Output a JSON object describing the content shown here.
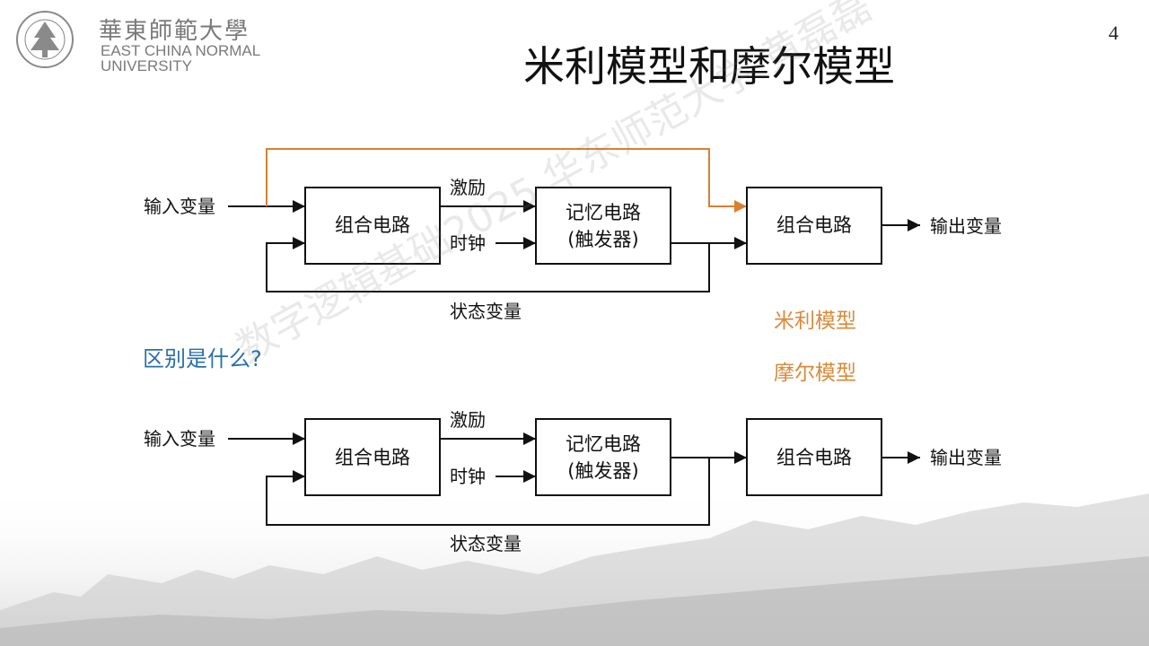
{
  "header": {
    "logo_cn": "華東師範大學",
    "logo_en_line1": "EAST CHINA NORMAL",
    "logo_en_line2": "UNIVERSITY",
    "page_number": "4"
  },
  "title": "米利模型和摩尔模型",
  "question": "区别是什么?",
  "legend": {
    "mealy": "米利模型",
    "moore": "摩尔模型"
  },
  "colors": {
    "mealy_path": "#d9812f",
    "legend_text": "#d98a3a",
    "question_text": "#2a6fa8"
  },
  "diagram_top": {
    "input_label": "输入变量",
    "excitation_label": "激励",
    "clock_label": "时钟",
    "state_label": "状态变量",
    "output_label": "输出变量",
    "comb_block_1": "组合电路",
    "memory_line1": "记忆电路",
    "memory_line2": "(触发器)",
    "comb_block_2": "组合电路"
  },
  "diagram_bottom": {
    "input_label": "输入变量",
    "excitation_label": "激励",
    "clock_label": "时钟",
    "state_label": "状态变量",
    "output_label": "输出变量",
    "comb_block_1": "组合电路",
    "memory_line1": "记忆电路",
    "memory_line2": "(触发器)",
    "comb_block_2": "组合电路"
  },
  "watermark": "数字逻辑基础2025 华东师范大学 黄磊磊"
}
